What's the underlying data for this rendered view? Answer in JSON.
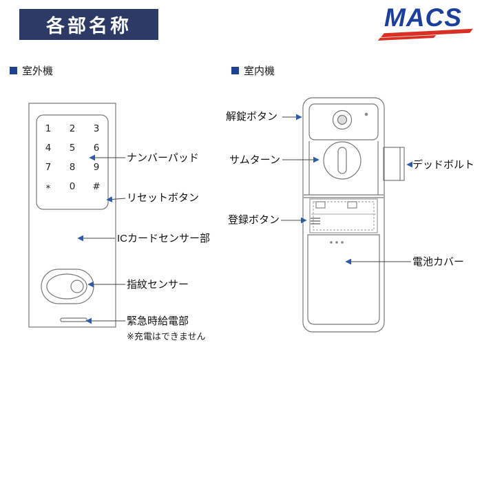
{
  "header": {
    "title": "各部名称",
    "brand": "MACS"
  },
  "sections": {
    "outdoor": {
      "label": "室外機"
    },
    "indoor": {
      "label": "室内機"
    }
  },
  "outdoor": {
    "keypad_keys": [
      "1",
      "2",
      "3",
      "4",
      "5",
      "6",
      "7",
      "8",
      "9",
      "*",
      "0",
      "#"
    ],
    "labels": {
      "number_pad": "ナンバーパッド",
      "reset_button": "リセットボタン",
      "ic_card_sensor": "ICカードセンサー部",
      "fingerprint_sensor": "指紋センサー",
      "emergency_power": "緊急時給電部",
      "emergency_note": "※充電はできません"
    }
  },
  "indoor": {
    "labels": {
      "unlock_button": "解錠ボタン",
      "thumb_turn": "サムターン",
      "dead_bolt": "デッドボルト",
      "register_button": "登録ボタン",
      "battery_cover": "電池カバー"
    }
  },
  "colors": {
    "banner_navy": "#2e3a66",
    "arrow_blue": "#2e5aa8",
    "bullet_blue": "#1f3f8f",
    "logo_blue": "#1c3e9c",
    "logo_red": "#d93025"
  }
}
